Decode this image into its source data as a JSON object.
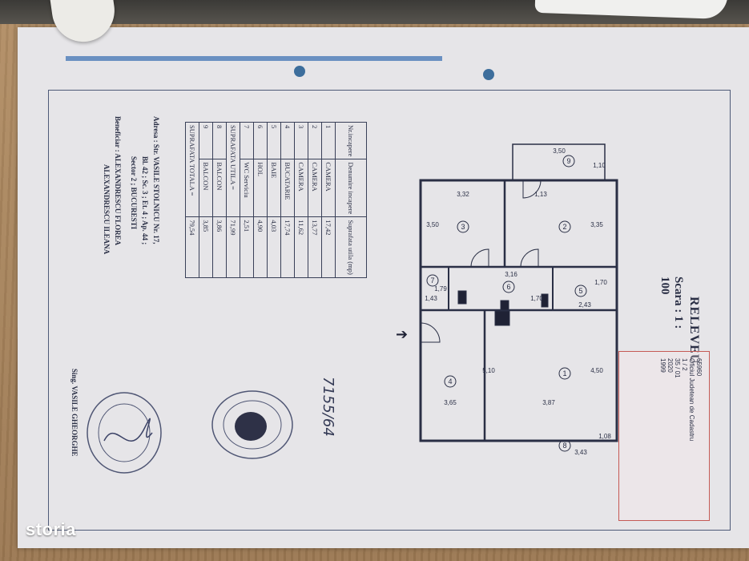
{
  "plan": {
    "title": "RELEVEU",
    "scale": "Scara : 1 : 100",
    "room_labels": [
      "1",
      "2",
      "3",
      "4",
      "5",
      "6",
      "7",
      "8",
      "9"
    ],
    "dimensions": [
      "3,50",
      "1,10",
      "3,32",
      "1,13",
      "3,35",
      "3,50",
      "3,16",
      "1,79",
      "1,43",
      "1,70",
      "1,70",
      "2,43",
      "5,10",
      "4,50",
      "3,65",
      "3,87",
      "1,08",
      "3,43"
    ]
  },
  "table": {
    "headers": [
      "Nr.incapere",
      "Denumire incapere",
      "Suprafata utila (mp)"
    ],
    "rows": [
      {
        "nr": "1",
        "name": "CAMERA",
        "area": "17,42"
      },
      {
        "nr": "2",
        "name": "CAMERA",
        "area": "13,77"
      },
      {
        "nr": "3",
        "name": "CAMERA",
        "area": "11,62"
      },
      {
        "nr": "4",
        "name": "BUCATARIE",
        "area": "17,74"
      },
      {
        "nr": "5",
        "name": "BAIE",
        "area": "4,03"
      },
      {
        "nr": "6",
        "name": "HOL",
        "area": "4,90"
      },
      {
        "nr": "7",
        "name": "WC Serviciu",
        "area": "2,51"
      }
    ],
    "util_label": "SUPRAFATA UTILA =",
    "util_value": "71,99",
    "balcony_rows": [
      {
        "nr": "8",
        "name": "BALCON",
        "area": "3,86"
      },
      {
        "nr": "9",
        "name": "BALCON",
        "area": "3,85"
      }
    ],
    "total_label": "SUPRAFATA TOTALA =",
    "total_value": "79,54"
  },
  "address": {
    "line1": "Adresa  :  Str. VASILE STOLNICU Nr. 17,",
    "line2": "Bl. 42 ; Sc. 3 ; Et. 4 ; Ap. 44 ;",
    "line3": "Sector 2 ; BUCURESTI",
    "beneficiary_label": "Beneficiar : ALEXANDRESCU FLOREA",
    "beneficiary_2": "ALEXANDRESCU ILEANA"
  },
  "signature": {
    "engineer": "Sing.  VASILE GHEORGHE",
    "handwritten_ref": "7155/64"
  },
  "stamp": {
    "lines": [
      "65960",
      "Oficiul Judetean de Cadastru",
      "1 / 2",
      "35 / 01",
      "2020",
      "1999"
    ]
  },
  "watermark": "storia",
  "colors": {
    "ink": "#2a2f45",
    "sheet": "#e6e5e8",
    "stamp": "#b54a4a",
    "wood": "#a8865f"
  }
}
